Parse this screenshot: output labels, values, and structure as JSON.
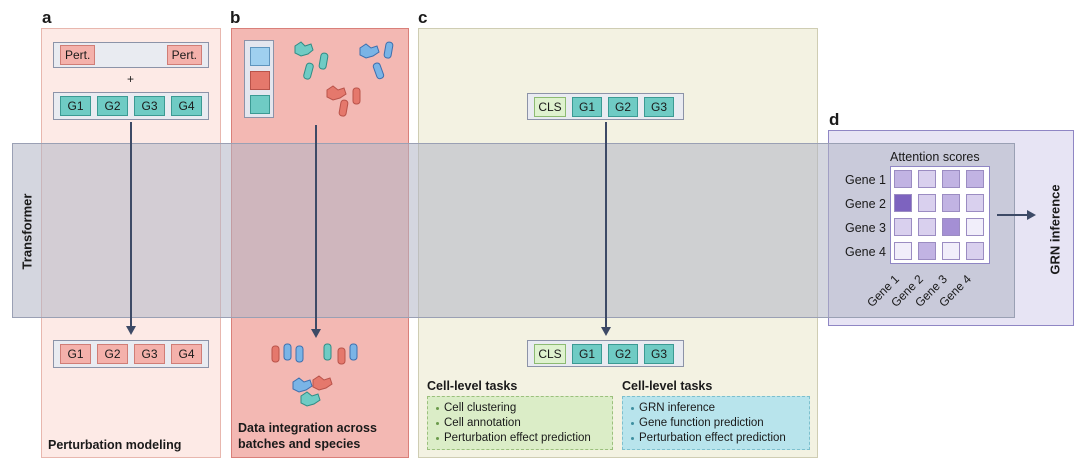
{
  "panels": {
    "a": {
      "letter": "a",
      "pert_tokens": [
        "Pert.",
        "Pert."
      ],
      "plus": "+",
      "input_tokens": [
        "G1",
        "G2",
        "G3",
        "G4"
      ],
      "output_tokens": [
        "G1",
        "G2",
        "G3",
        "G4"
      ],
      "caption": "Perturbation modeling"
    },
    "b": {
      "letter": "b",
      "caption_line1": "Data integration across",
      "caption_line2": "batches and species"
    },
    "c": {
      "letter": "c",
      "input_tokens": [
        "CLS",
        "G1",
        "G2",
        "G3"
      ],
      "output_tokens": [
        "CLS",
        "G1",
        "G2",
        "G3"
      ],
      "tasks_left": {
        "title": "Cell-level tasks",
        "items": [
          "Cell clustering",
          "Cell annotation",
          "Perturbation effect prediction"
        ]
      },
      "tasks_right": {
        "title": "Cell-level tasks",
        "items": [
          "GRN inference",
          "Gene function prediction",
          "Perturbation effect prediction"
        ]
      }
    },
    "d": {
      "letter": "d",
      "title": "Attention scores",
      "rows": [
        "Gene 1",
        "Gene 2",
        "Gene 3",
        "Gene 4"
      ],
      "cols": [
        "Gene 1",
        "Gene 2",
        "Gene 3",
        "Gene 4"
      ],
      "matrix": [
        [
          2,
          1,
          2,
          2
        ],
        [
          4,
          1,
          2,
          1
        ],
        [
          1,
          1,
          3,
          0
        ],
        [
          0,
          2,
          0,
          1
        ]
      ],
      "output_label": "GRN inference"
    }
  },
  "transformer_label": "Transformer",
  "colors": {
    "panel_a_bg": "#fdeae6",
    "panel_b_bg": "#f3b8b3",
    "panel_c_bg": "#f3f2e2",
    "transformer_band": "#c9cbd5",
    "heat_levels": [
      "#f1eefa",
      "#d9d0ee",
      "#c1b3e3",
      "#a48fd4",
      "#7d63bf"
    ]
  }
}
